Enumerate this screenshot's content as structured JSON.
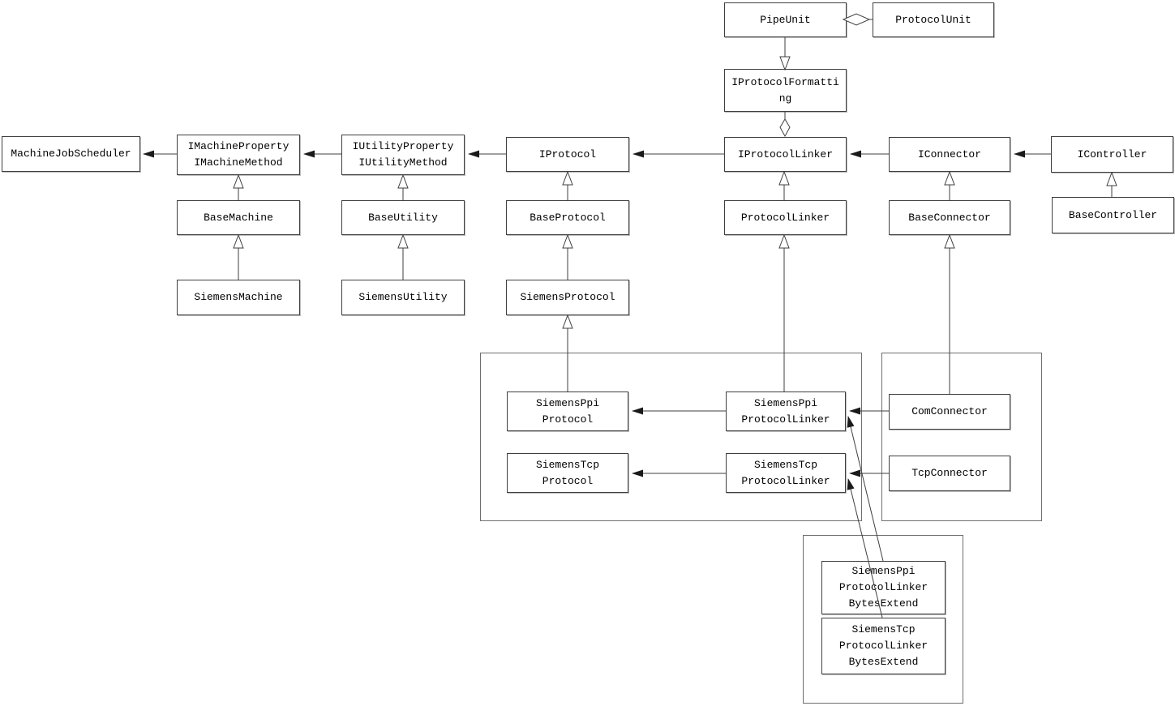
{
  "diagram": {
    "type": "uml-class-diagram",
    "colors": {
      "background": "#ffffff",
      "line": "#3f3f3f",
      "box_border": "#3f3f3f",
      "container_border": "#6e6e6e",
      "text": "#000000",
      "arrow_fill": "#1a1a1a"
    },
    "nodes": {
      "pipe_unit": {
        "label": "PipeUnit"
      },
      "protocol_unit": {
        "label": "ProtocolUnit"
      },
      "iprotocol_formatting": {
        "label": "IProtocolFormatti\nng"
      },
      "machine_job_scheduler": {
        "label": "MachineJobScheduler"
      },
      "imachine": {
        "label": "IMachineProperty\nIMachineMethod"
      },
      "iutility": {
        "label": "IUtilityProperty\nIUtilityMethod"
      },
      "iprotocol": {
        "label": "IProtocol"
      },
      "iprotocol_linker": {
        "label": "IProtocolLinker"
      },
      "iconnector": {
        "label": "IConnector"
      },
      "icontroller": {
        "label": "IController"
      },
      "base_machine": {
        "label": "BaseMachine"
      },
      "base_utility": {
        "label": "BaseUtility"
      },
      "base_protocol": {
        "label": "BaseProtocol"
      },
      "protocol_linker": {
        "label": "ProtocolLinker"
      },
      "base_connector": {
        "label": "BaseConnector"
      },
      "base_controller": {
        "label": "BaseController"
      },
      "siemens_machine": {
        "label": "SiemensMachine"
      },
      "siemens_utility": {
        "label": "SiemensUtility"
      },
      "siemens_protocol": {
        "label": "SiemensProtocol"
      },
      "siemens_ppi_protocol": {
        "label": "SiemensPpi\nProtocol"
      },
      "siemens_ppi_protocol_linker": {
        "label": "SiemensPpi\nProtocolLinker"
      },
      "siemens_tcp_protocol": {
        "label": "SiemensTcp\nProtocol"
      },
      "siemens_tcp_protocol_linker": {
        "label": "SiemensTcp\nProtocolLinker"
      },
      "com_connector": {
        "label": "ComConnector"
      },
      "tcp_connector": {
        "label": "TcpConnector"
      },
      "siemens_ppi_protocol_linker_bytes_extend": {
        "label": "SiemensPpi\nProtocolLinker\nBytesExtend"
      },
      "siemens_tcp_protocol_linker_bytes_extend": {
        "label": "SiemensTcp\nProtocolLinker\nBytesExtend"
      }
    },
    "relations": [
      {
        "from": "pipe_unit",
        "to": "protocol_unit",
        "kind": "aggregation-open-diamond"
      },
      {
        "from": "pipe_unit",
        "to": "iprotocol_formatting",
        "kind": "realization-open-triangle-down"
      },
      {
        "from": "iprotocol_formatting",
        "to": "iprotocol_linker",
        "kind": "aggregation-open-diamond"
      },
      {
        "from": "imachine",
        "to": "machine_job_scheduler",
        "kind": "association-filled-arrow"
      },
      {
        "from": "iutility",
        "to": "imachine",
        "kind": "association-filled-arrow"
      },
      {
        "from": "iprotocol",
        "to": "iutility",
        "kind": "association-filled-arrow"
      },
      {
        "from": "iprotocol_linker",
        "to": "iprotocol",
        "kind": "association-filled-arrow"
      },
      {
        "from": "iconnector",
        "to": "iprotocol_linker",
        "kind": "association-filled-arrow"
      },
      {
        "from": "icontroller",
        "to": "iconnector",
        "kind": "association-filled-arrow"
      },
      {
        "from": "base_machine",
        "to": "imachine",
        "kind": "generalization-open-triangle"
      },
      {
        "from": "siemens_machine",
        "to": "base_machine",
        "kind": "generalization-open-triangle"
      },
      {
        "from": "base_utility",
        "to": "iutility",
        "kind": "generalization-open-triangle"
      },
      {
        "from": "siemens_utility",
        "to": "base_utility",
        "kind": "generalization-open-triangle"
      },
      {
        "from": "base_protocol",
        "to": "iprotocol",
        "kind": "generalization-open-triangle"
      },
      {
        "from": "siemens_protocol",
        "to": "base_protocol",
        "kind": "generalization-open-triangle"
      },
      {
        "from": "siemens_ppi_protocol",
        "to": "siemens_protocol",
        "kind": "generalization-open-triangle"
      },
      {
        "from": "protocol_linker",
        "to": "iprotocol_linker",
        "kind": "generalization-open-triangle"
      },
      {
        "from": "siemens_ppi_protocol_linker",
        "to": "protocol_linker",
        "kind": "generalization-open-triangle"
      },
      {
        "from": "base_connector",
        "to": "iconnector",
        "kind": "generalization-open-triangle"
      },
      {
        "from": "com_connector",
        "to": "base_connector",
        "kind": "generalization-open-triangle"
      },
      {
        "from": "base_controller",
        "to": "icontroller",
        "kind": "generalization-open-triangle"
      },
      {
        "from": "siemens_ppi_protocol_linker",
        "to": "siemens_ppi_protocol",
        "kind": "association-filled-arrow"
      },
      {
        "from": "siemens_tcp_protocol_linker",
        "to": "siemens_tcp_protocol",
        "kind": "association-filled-arrow"
      },
      {
        "from": "com_connector",
        "to": "siemens_ppi_protocol_linker",
        "kind": "association-filled-arrow"
      },
      {
        "from": "tcp_connector",
        "to": "siemens_tcp_protocol_linker",
        "kind": "association-filled-arrow"
      },
      {
        "from": "siemens_ppi_protocol_linker_bytes_extend",
        "to": "siemens_ppi_protocol_linker",
        "kind": "association-filled-arrow"
      },
      {
        "from": "siemens_tcp_protocol_linker_bytes_extend",
        "to": "siemens_tcp_protocol_linker",
        "kind": "association-filled-arrow"
      }
    ]
  }
}
